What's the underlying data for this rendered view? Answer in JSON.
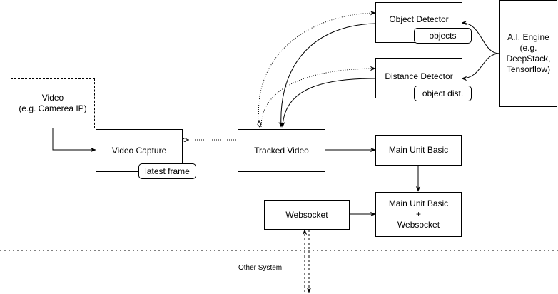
{
  "nodes": {
    "video_source": "Video\n(e.g. Camerea IP)",
    "video_capture": "Video Capture",
    "tracked_video": "Tracked Video",
    "object_detector": "Object Detector",
    "distance_detector": "Distance Detector",
    "ai_engine": "A.I. Engine\n(e.g.\nDeepStack,\nTensorflow)",
    "main_unit_basic": "Main Unit Basic",
    "main_unit_websocket": "Main Unit Basic\n+\nWebsocket",
    "websocket": "Websocket"
  },
  "tags": {
    "latest_frame": "latest frame",
    "objects": "objects",
    "object_dist": "object dist."
  },
  "labels": {
    "other_system": "Other System"
  }
}
